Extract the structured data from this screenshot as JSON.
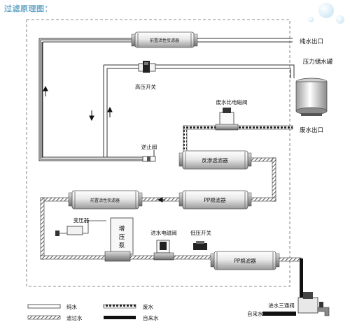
{
  "title": "过滤原理图：",
  "labels": {
    "filter_top": "前置活性炭滤器",
    "filter_ro": "反渗透滤器",
    "filter_pp_mid": "PP棉滤器",
    "filter_carbon_mid": "前置活性炭滤器",
    "filter_pp_bottom": "PP棉滤器",
    "high_pressure_switch": "高压开关",
    "flush_valve": "废水比电磁阀",
    "check_valve": "逆止阀",
    "transformer": "变压器",
    "booster_pump": "增压泵",
    "inlet_solenoid": "进水电磁阀",
    "low_pressure_switch": "低压开关",
    "pure_outlet": "纯水出口",
    "pressure_tank": "压力储水罐",
    "waste_outlet": "废水出口",
    "inlet_three_way": "进水三通阀",
    "tap_water_arrow": "自来水→"
  },
  "legend": [
    {
      "style": "pure",
      "label": "纯水"
    },
    {
      "style": "waste",
      "label": "废水"
    },
    {
      "style": "filtered",
      "label": "滤过水"
    },
    {
      "style": "tap",
      "label": "自来水"
    }
  ]
}
